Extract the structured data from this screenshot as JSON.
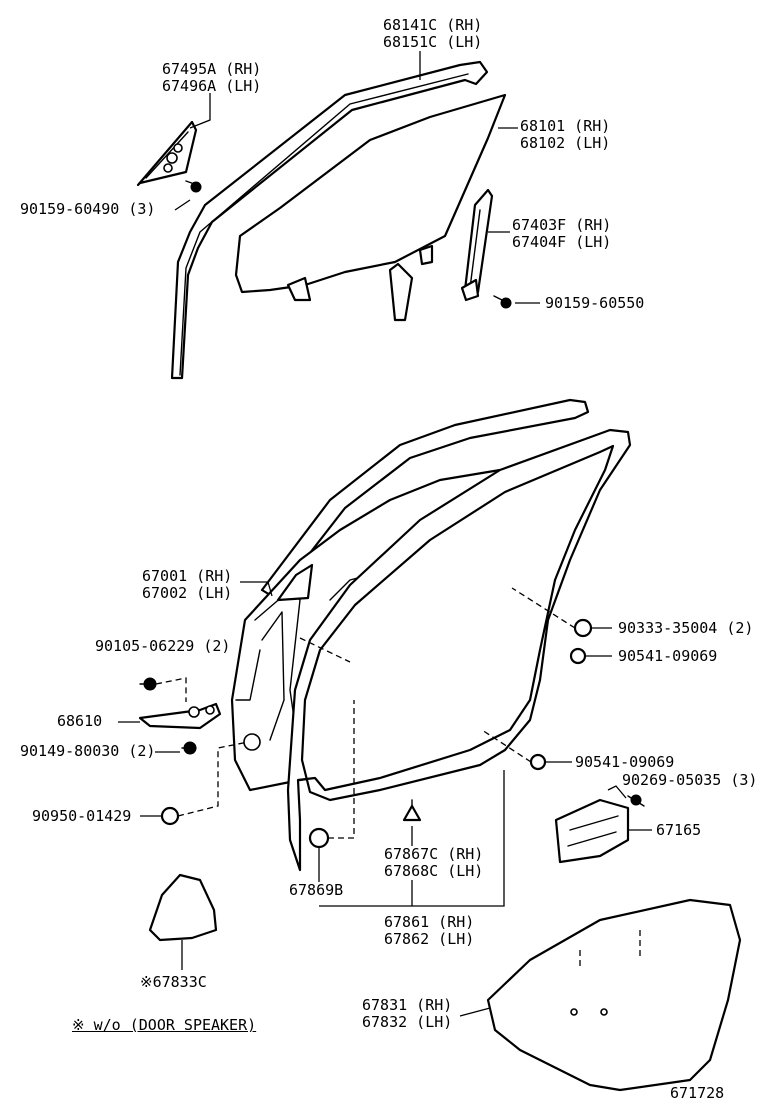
{
  "labels": {
    "run_channel_sash": [
      "68141C (RH)",
      "68151C (LH)"
    ],
    "corner_piece": [
      "67495A (RH)",
      "67496A (LH)"
    ],
    "corner_bolt": "90159-60490 (3)",
    "door_glass": [
      "68101 (RH)",
      "68102 (LH)"
    ],
    "rear_channel": [
      "67403F (RH)",
      "67404F (LH)"
    ],
    "channel_bolt": "90159-60550",
    "door_panel": [
      "67001 (RH)",
      "67002 (LH)"
    ],
    "hinge_bolt_upper": "90105-06229 (2)",
    "check_arm": "68610",
    "hinge_bolt_lower": "90149-80030 (2)",
    "bumper": "90950-01429",
    "plug_upper": "90333-35004 (2)",
    "cushion_upper": "90541-09069",
    "cushion_lower": "90541-09069",
    "clip_screw": "90269-05035 (3)",
    "bracket": "67165",
    "weatherstrip_clip": [
      "67867C (RH)",
      "67868C (LH)"
    ],
    "hole_plug": "67869B",
    "weatherstrip": [
      "67861 (RH)",
      "67862 (LH)"
    ],
    "speaker_cover": "※67833C",
    "service_cover": [
      "67831 (RH)",
      "67832 (LH)"
    ],
    "note": "※ w/o (DOOR SPEAKER)",
    "diagram_number": "671728"
  }
}
